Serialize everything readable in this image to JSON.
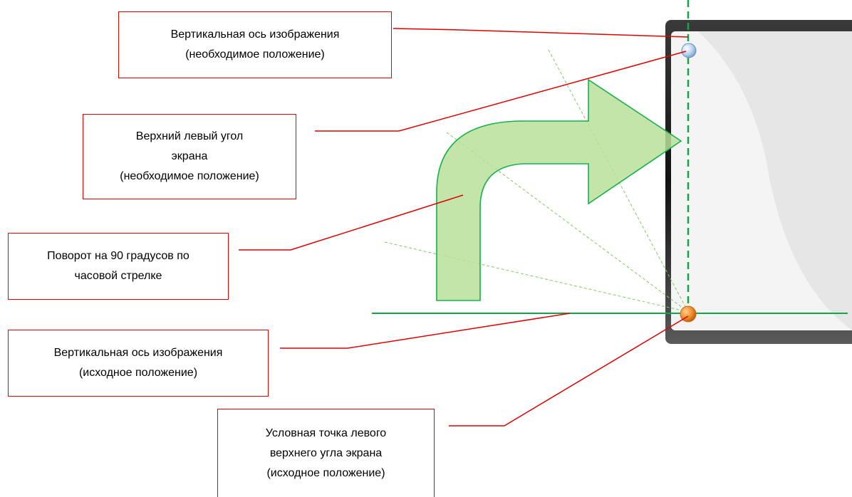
{
  "callouts": [
    {
      "id": "target-axis",
      "lines": [
        "Вертикальная ось изображения",
        "(необходимое положение)"
      ]
    },
    {
      "id": "target-corner",
      "lines": [
        "Верхний левый угол",
        "экрана",
        "(необходимое положение)"
      ]
    },
    {
      "id": "rotation",
      "lines": [
        "Поворот на 90 градусов по",
        "часовой стрелке"
      ]
    },
    {
      "id": "source-axis",
      "lines": [
        "Вертикальная ось изображения",
        "(исходное положение)"
      ]
    },
    {
      "id": "source-corner",
      "lines": [
        "Условная точка левого",
        "верхнего угла экрана",
        "(исходное положение)"
      ]
    }
  ],
  "colors": {
    "callout_border": "#e00000",
    "leader_line": "#e00000",
    "axis_line": "#13a54a",
    "arrow_fill": "#c9e8a8",
    "arrow_stroke": "#17b04a",
    "target_point": "#a9c8ec",
    "source_point": "#f08c2a",
    "screen_frame": "#111111",
    "screen_fill": "#f2f2f2"
  }
}
